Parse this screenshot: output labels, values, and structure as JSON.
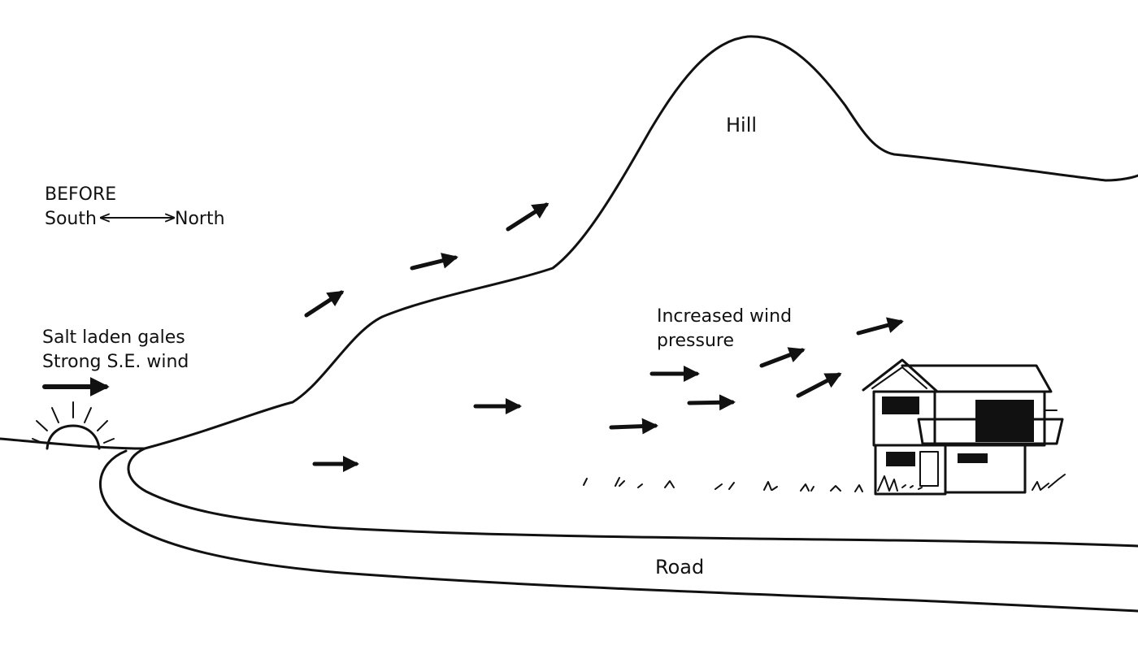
{
  "labels": {
    "hill": "Hill",
    "before": "BEFORE",
    "south": "South",
    "north": "North",
    "salt_line1": "Salt laden gales",
    "salt_line2": "Strong S.E. wind",
    "pressure_line1": "Increased wind",
    "pressure_line2": "pressure",
    "road": "Road"
  },
  "colors": {
    "ink": "#111111",
    "background": "#ffffff"
  },
  "icons": [
    "sun-icon",
    "house-icon",
    "wind-arrow-icon",
    "double-arrow-icon"
  ]
}
